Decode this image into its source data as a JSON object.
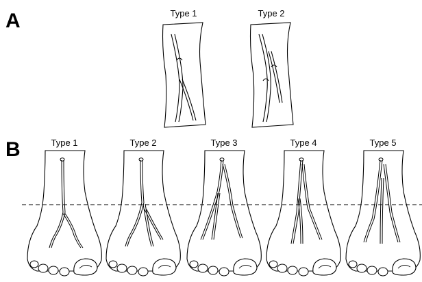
{
  "panel_a": {
    "letter": "A",
    "types": [
      "Type 1",
      "Type 2"
    ]
  },
  "panel_b": {
    "letter": "B",
    "types": [
      "Type 1",
      "Type 2",
      "Type 3",
      "Type 4",
      "Type 5"
    ]
  }
}
